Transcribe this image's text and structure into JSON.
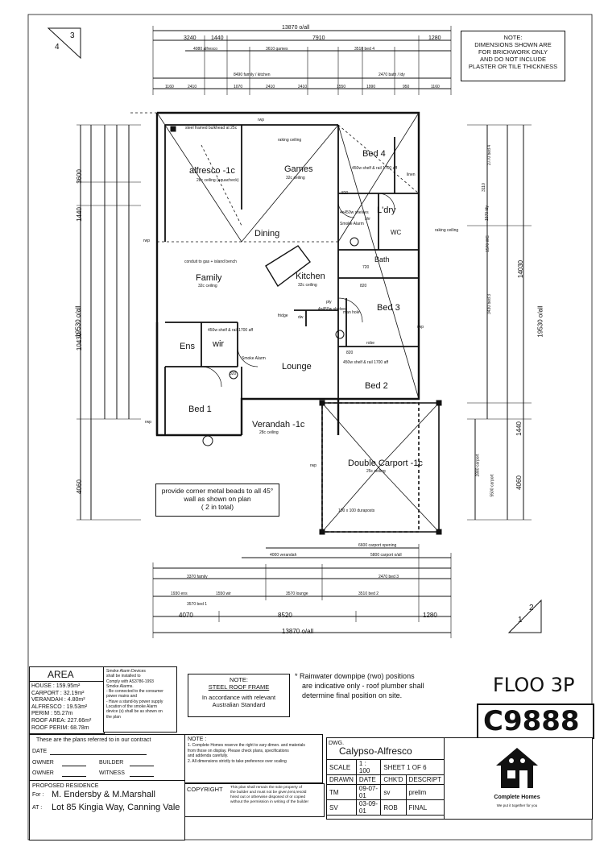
{
  "sheet": {
    "corner_top_left": [
      "3",
      "4"
    ],
    "corner_bottom_right": [
      "2",
      "1"
    ],
    "dwg_code": "C9888",
    "handwritten": "FLOO 3P"
  },
  "dimensions": {
    "overall_top": "13870 o/all",
    "top_row": [
      "3240",
      "1440",
      "7910",
      "1280"
    ],
    "top_sub": [
      "4080 alfresco",
      "3610 games",
      "3510 bed 4"
    ],
    "top_sub2": [
      "8490 family / kitchen",
      "2470 bath / ldy"
    ],
    "top_sub3": [
      "1160",
      "2410",
      "1070",
      "2410",
      "2410",
      "1550",
      "1990",
      "950",
      "1160"
    ],
    "bottom_row": [
      "4070",
      "8520",
      "1280"
    ],
    "overall_bottom": "13870 o/all",
    "bottom_sub": [
      "3370 family",
      "3570 bed 1",
      "2470 bed 3",
      "3510 bed 2",
      "1930 ens",
      "1550 wir",
      "3570 lounge"
    ],
    "bottom_carport": [
      "6600 carport opening",
      "4000 verandah",
      "5800 carport o/all"
    ],
    "left": [
      "3600",
      "1440",
      "10430",
      "19530 o/all",
      "4060"
    ],
    "right": [
      "1440",
      "14030",
      "19530 o/all",
      "4060"
    ],
    "right_sub": [
      "2770 bed 4",
      "3110",
      "1570 ldy",
      "1570 WC",
      "3430 bed 3",
      "2880 carport",
      "5500 carport"
    ]
  },
  "notes": {
    "dimensions_note": [
      "NOTE:",
      "DIMENSIONS SHOWN ARE",
      "FOR BRICKWORK ONLY",
      "AND DO NOT INCLUDE",
      "PLASTER OR TILE THICKNESS"
    ],
    "corner_beads": [
      "provide corner metal beads to all 45°",
      "wall as shown on plan",
      "( 2 in total)"
    ],
    "steel_roof": [
      "NOTE:",
      "STEEL ROOF FRAME",
      "In accordance with relevant",
      "Australian Standard"
    ],
    "rainwater": [
      "* Rainwater downpipe (rwo) positions",
      "are indicative only - roof plumber shall",
      "determine final position on site."
    ],
    "smoke_alarm": [
      "Smoke Alarm Devices",
      "shall be installed to",
      "Comply with AS3786-1993",
      "Smoke Alarms.",
      "- Be connected to the consumer",
      "power mains and",
      "- Have a stand-by power supply",
      "Location of the smoke Alarm",
      "device (s) shall be as shown on",
      "the plan"
    ],
    "general_note": [
      "NOTE :",
      "1. Complete Homes reserve the right to vary dimen. and materials",
      "from those on display. Please check plans, specifications",
      "and addenda carefully.",
      "2. All dimensions strictly to take preference over scaling"
    ],
    "copyright_label": "COPYRIGHT",
    "copyright_text": [
      "This plan shall remain the sole property of",
      "the builder and must not be given,lent,resold",
      "hired out or otherwise disposed of or copied",
      "without the permission in writing of the builder"
    ]
  },
  "area": {
    "title": "AREA",
    "rows": [
      {
        "label": "HOUSE :",
        "value": "159.95m²"
      },
      {
        "label": "CARPORT :",
        "value": "32.19m²"
      },
      {
        "label": "VERANDAH :",
        "value": "4.80m²"
      },
      {
        "label": "ALFRESCO :",
        "value": "19.53m²"
      },
      {
        "label": "PERIM :",
        "value": "55.27m"
      },
      {
        "label": "ROOF AREA:",
        "value": "227.66m²"
      },
      {
        "label": "ROOF PERIM:",
        "value": "68.78m"
      }
    ]
  },
  "contract": {
    "heading": "These are the plans referred to in our contract",
    "date_label": "DATE",
    "owner_label": "OWNER",
    "builder_label": "BUILDER",
    "witness_label": "WITNESS",
    "residence_label": "PROPOSED RESIDENCE",
    "for_label": "For :",
    "for_value": "M. Endersby & M.Marshall",
    "at_label": "AT :",
    "at_value": "Lot 85 Kingia Way, Canning Vale"
  },
  "title_block": {
    "dwg_label": "DWG.",
    "dwg_value": "Calypso-Alfresco",
    "scale_label": "SCALE",
    "scale_value": "1 : 100",
    "sheet_value": "SHEET 1 OF 6",
    "headers": [
      "DRAWN",
      "DATE",
      "CHK'D",
      "DESCRIPT"
    ],
    "rows": [
      [
        "TM",
        "09-07-01",
        "sv",
        "prelim"
      ],
      [
        "SV",
        "03-09-01",
        "ROB",
        "FINAL"
      ]
    ],
    "brand_name": "Complete Homes",
    "brand_tag": "We put it together for you"
  },
  "rooms": {
    "alfresco": "alfresco -1c",
    "alfresco_ceiling": "28c ceiling (aquacheck)",
    "games": "Games",
    "games_ceiling": "32c ceiling",
    "bed4": "Bed 4",
    "ldry": "L'dry",
    "wc": "WC",
    "bath": "Bath",
    "dining": "Dining",
    "family": "Family",
    "family_ceiling": "32c ceiling",
    "kitchen": "Kitchen",
    "kitchen_ceiling": "32c ceiling",
    "bed3": "Bed 3",
    "ens": "Ens",
    "wir": "wir",
    "lounge": "Lounge",
    "bed1": "Bed 1",
    "bed2": "Bed 2",
    "verandah": "Verandah -1c",
    "verandah_ceiling": "28c ceiling",
    "carport": "Double Carport -1c",
    "carport_ceiling": "25c ceiling",
    "duraposts": "100 x 100 duraposts"
  },
  "labels": {
    "rwp": "rwp",
    "steel_bulkhead": "steel framed bulkhead at 25c",
    "raking_ceiling": "raking ceiling",
    "smoke_alarm": "Smoke Alarm",
    "shelves": "4x450w shelves",
    "shelf_rail": "450w shelf & rail 1700 aff",
    "dw": "dw",
    "pty": "pty",
    "fridge": "fridge",
    "bench": "conduit to gas + island bench",
    "shr": "shr",
    "linen": "linen",
    "robe": "robe",
    "man_hole": "man hole",
    "d820": "820",
    "d720": "720"
  }
}
